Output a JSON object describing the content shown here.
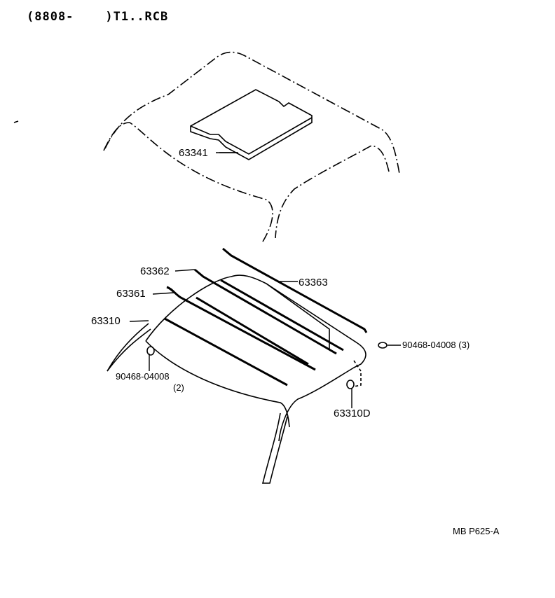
{
  "header": {
    "left": "(8808-",
    "right": ")T1..RCB"
  },
  "labels": {
    "p63341": "63341",
    "p63362": "63362",
    "p63361": "63361",
    "p63310": "63310",
    "p63363": "63363",
    "p90468_right": "90468-04008",
    "p90468_right_qty": "(3)",
    "p90468_left": "90468-04008",
    "p90468_left_qty": "(2)",
    "p63310D": "63310D"
  },
  "footer": {
    "code": "MB P625-A"
  }
}
